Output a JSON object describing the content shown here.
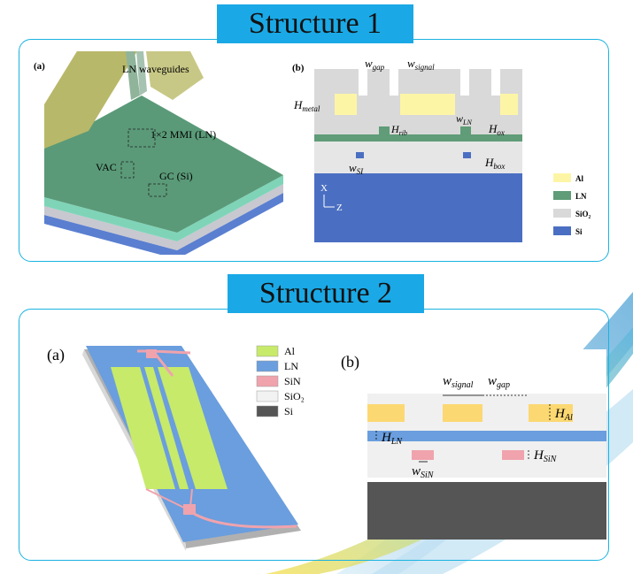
{
  "structure1": {
    "title": "Structure 1",
    "panel_a": {
      "label": "(a)",
      "annotations": [
        "LN waveguides",
        "1×2 MMI (LN)",
        "VAC",
        "GC (Si)"
      ]
    },
    "panel_b": {
      "label": "(b)",
      "dimension_labels": {
        "w_gap": "w",
        "w_gap_sub": "gap",
        "w_signal": "w",
        "w_signal_sub": "signal",
        "h_metal": "H",
        "h_metal_sub": "metal",
        "h_rib": "H",
        "h_rib_sub": "rib",
        "w_ln": "w",
        "w_ln_sub": "LN",
        "h_ox": "H",
        "h_ox_sub": "ox",
        "h_box": "H",
        "h_box_sub": "box",
        "w_si": "w",
        "w_si_sub": "SI"
      },
      "axes": {
        "x": "X",
        "z": "Z"
      },
      "legend": [
        {
          "label": "Al",
          "color": "#fdf5a6"
        },
        {
          "label": "LN",
          "color": "#5f9c77"
        },
        {
          "label": "SiO₂",
          "color": "#d9d9d9"
        },
        {
          "label": "Si",
          "color": "#4a6fc2"
        }
      ]
    }
  },
  "structure2": {
    "title": "Structure 2",
    "panel_a": {
      "label": "(a)",
      "legend": [
        {
          "label": "Al",
          "color": "#c7ea6a"
        },
        {
          "label": "LN",
          "color": "#6a9ede"
        },
        {
          "label": "SiN",
          "color": "#f0a3ad"
        },
        {
          "label": "SiO₂",
          "color": "#f2f2f2"
        },
        {
          "label": "Si",
          "color": "#555555"
        }
      ]
    },
    "panel_b": {
      "label": "(b)",
      "dimension_labels": {
        "w_signal": "w",
        "w_signal_sub": "signal",
        "w_gap": "w",
        "w_gap_sub": "gap",
        "h_al": "H",
        "h_al_sub": "Al",
        "h_ln": "H",
        "h_ln_sub": "LN",
        "h_sin": "H",
        "h_sin_sub": "SiN",
        "w_sin": "w",
        "w_sin_sub": "SiN"
      }
    }
  }
}
